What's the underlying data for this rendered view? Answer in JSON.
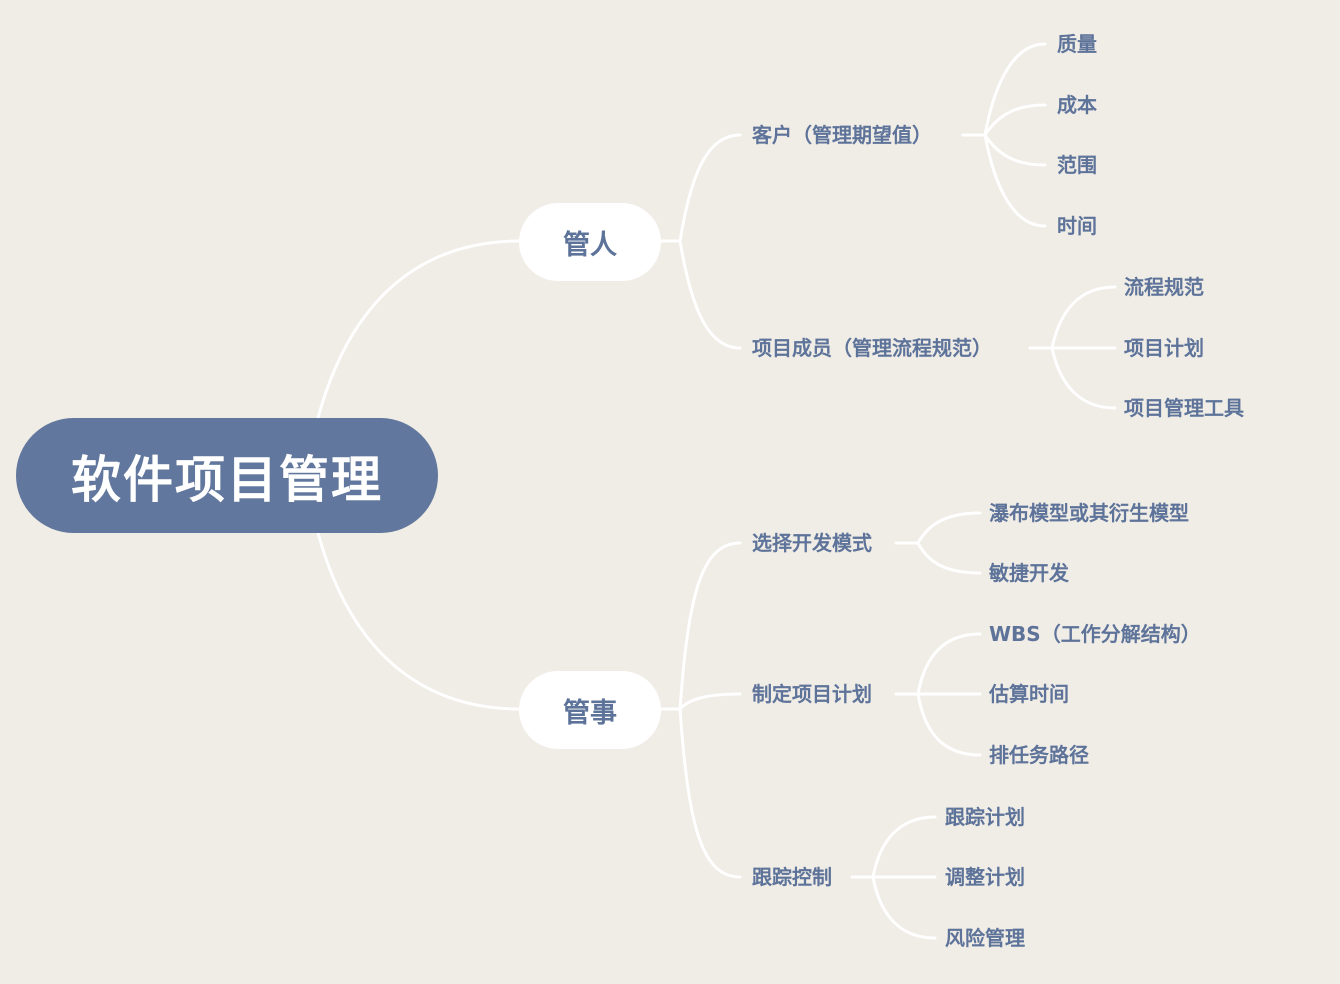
{
  "mindmap": {
    "root": "软件项目管理",
    "colors": {
      "background": "#f0ece6",
      "root_fill": "#61779d",
      "text": "#5d7399",
      "branch_fill": "#ffffff",
      "connector": "#ffffff"
    },
    "branches": [
      {
        "label": "管人",
        "children": [
          {
            "label": "客户（管理期望值）",
            "children": [
              "质量",
              "成本",
              "范围",
              "时间"
            ]
          },
          {
            "label": "项目成员（管理流程规范）",
            "children": [
              "流程规范",
              "项目计划",
              "项目管理工具"
            ]
          }
        ]
      },
      {
        "label": "管事",
        "children": [
          {
            "label": "选择开发模式",
            "children": [
              "瀑布模型或其衍生模型",
              "敏捷开发"
            ]
          },
          {
            "label": "制定项目计划",
            "children": [
              "WBS（工作分解结构）",
              "估算时间",
              "排任务路径"
            ]
          },
          {
            "label": "跟踪控制",
            "children": [
              "跟踪计划",
              "调整计划",
              "风险管理"
            ]
          }
        ]
      }
    ]
  }
}
